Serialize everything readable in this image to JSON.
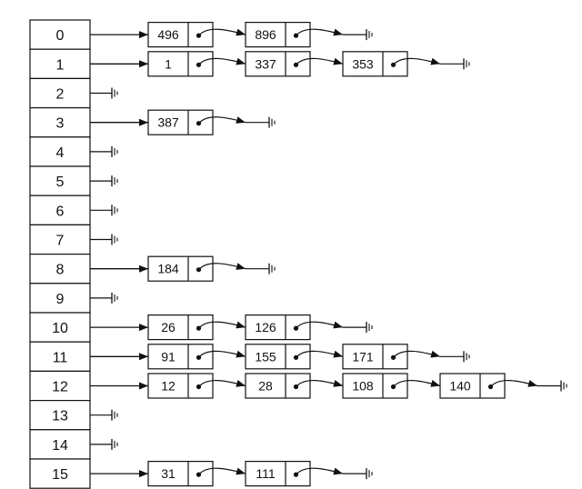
{
  "buckets": [
    {
      "index": "0",
      "chain": [
        "496",
        "896"
      ]
    },
    {
      "index": "1",
      "chain": [
        "1",
        "337",
        "353"
      ]
    },
    {
      "index": "2",
      "chain": []
    },
    {
      "index": "3",
      "chain": [
        "387"
      ]
    },
    {
      "index": "4",
      "chain": []
    },
    {
      "index": "5",
      "chain": []
    },
    {
      "index": "6",
      "chain": []
    },
    {
      "index": "7",
      "chain": []
    },
    {
      "index": "8",
      "chain": [
        "184"
      ]
    },
    {
      "index": "9",
      "chain": []
    },
    {
      "index": "10",
      "chain": [
        "26",
        "126"
      ]
    },
    {
      "index": "11",
      "chain": [
        "91",
        "155",
        "171"
      ]
    },
    {
      "index": "12",
      "chain": [
        "12",
        "28",
        "108",
        "140"
      ]
    },
    {
      "index": "13",
      "chain": []
    },
    {
      "index": "14",
      "chain": []
    },
    {
      "index": "15",
      "chain": [
        "31",
        "111"
      ]
    }
  ],
  "colors": {
    "line": "#111111",
    "background": "#ffffff"
  }
}
